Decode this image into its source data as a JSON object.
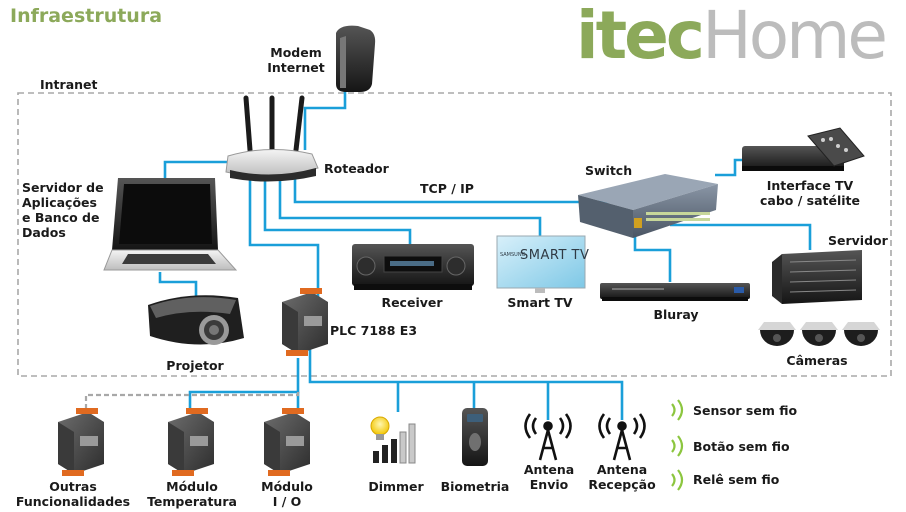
{
  "title": "Infraestrutura",
  "logo": {
    "part1": "itec",
    "part2": "Home"
  },
  "zone": "Intranet",
  "link": "TCP / IP",
  "devices": {
    "modem": "Modem\nInternet",
    "router": "Roteador",
    "server_app": "Servidor de\nAplicações\ne Banco de\nDados",
    "projector": "Projetor",
    "receiver": "Receiver",
    "smarttv": "Smart TV",
    "smarttv_screen_a": "SMART",
    "smarttv_screen_b": "TV",
    "smarttv_brand": "SAMSUNG",
    "plc": "PLC 7188 E3",
    "switch": "Switch",
    "bluray": "Bluray",
    "iface_tv": "Interface TV\ncabo / satélite",
    "server": "Servidor",
    "cameras": "Câmeras"
  },
  "modules": {
    "other": "Outras\nFuncionalidades",
    "temp": "Módulo\nTemperatura",
    "io": "Módulo\nI / O",
    "dimmer": "Dimmer",
    "biometria": "Biometria",
    "antena_envio": "Antena\nEnvio",
    "antena_recepcao": "Antena\nRecepção"
  },
  "wireless": [
    "Sensor sem fio",
    "Botão sem fio",
    "Relê sem fio"
  ],
  "colors": {
    "cable": "#1a9fd9",
    "title_green": "#8ca95a",
    "logo_gray": "#bcbcbc",
    "wireless_green": "#8cc63f"
  }
}
